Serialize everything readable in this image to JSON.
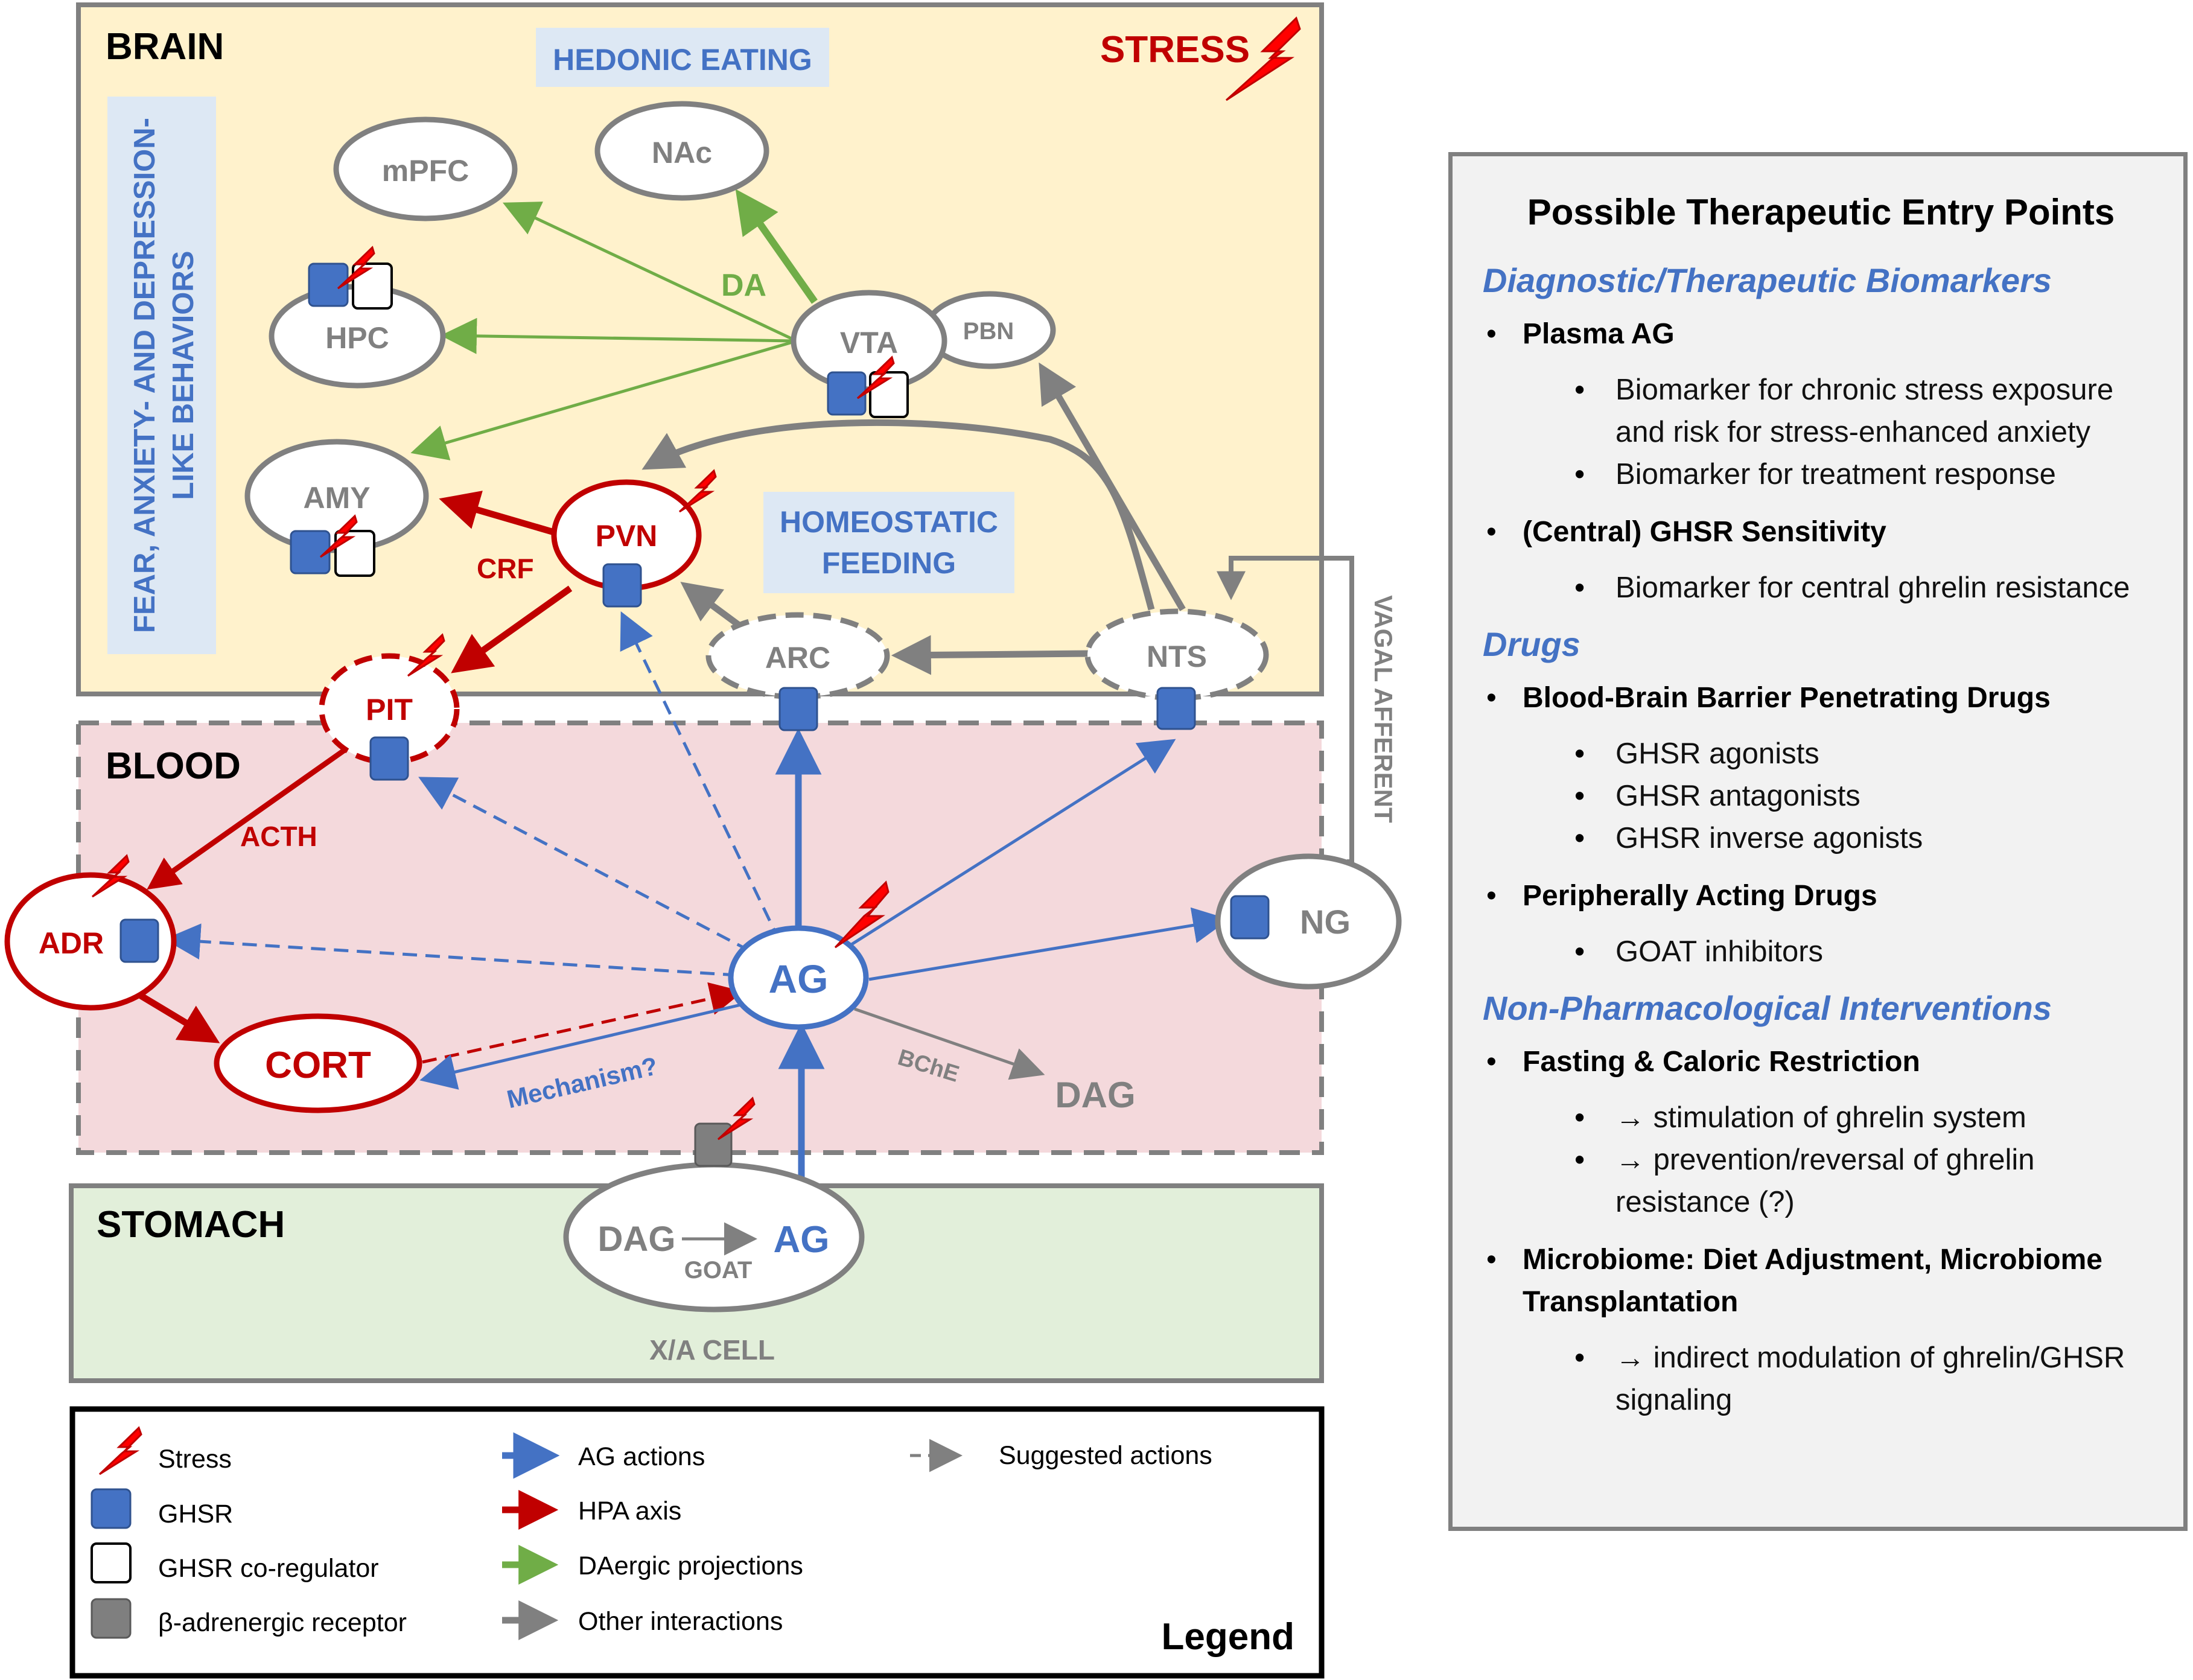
{
  "regions": {
    "brain": "BRAIN",
    "blood": "BLOOD",
    "stomach": "STOMACH",
    "stress": "STRESS",
    "hedonic": "HEDONIC EATING",
    "homeostatic_1": "HOMEOSTATIC",
    "homeostatic_2": "FEEDING",
    "fear_1": "FEAR, ANXIETY- AND DEPRESSION-",
    "fear_2": "LIKE BEHAVIORS",
    "vagal": "VAGAL AFFERENT",
    "xa_cell": "X/A CELL"
  },
  "nodes": {
    "mpfc": "mPFC",
    "nac": "NAc",
    "hpc": "HPC",
    "vta": "VTA",
    "pbn": "PBN",
    "amy": "AMY",
    "pvn": "PVN",
    "arc": "ARC",
    "nts": "NTS",
    "pit": "PIT",
    "adr": "ADR",
    "cort": "CORT",
    "ag": "AG",
    "ng": "NG",
    "dag": "DAG",
    "stomach_dag": "DAG",
    "stomach_ag": "AG"
  },
  "edge_labels": {
    "da": "DA",
    "crf": "CRF",
    "acth": "ACTH",
    "bche": "BChE",
    "mechanism": "Mechanism?",
    "goat": "GOAT"
  },
  "legend": {
    "title": "Legend",
    "items": [
      {
        "symbol": "stress-icon",
        "label": "Stress"
      },
      {
        "symbol": "ghsr-square",
        "label": "GHSR"
      },
      {
        "symbol": "coregulator-square",
        "label": "GHSR co-regulator"
      },
      {
        "symbol": "beta-receptor-square",
        "label": "β-adrenergic receptor"
      },
      {
        "symbol": "blue-arrow",
        "label": "AG actions"
      },
      {
        "symbol": "red-arrow",
        "label": "HPA axis"
      },
      {
        "symbol": "green-arrow",
        "label": "DAergic projections"
      },
      {
        "symbol": "gray-arrow",
        "label": "Other interactions"
      },
      {
        "symbol": "dashed-arrow",
        "label": "Suggested actions"
      }
    ]
  },
  "therapy": {
    "title": "Possible Therapeutic Entry Points",
    "sections": [
      {
        "heading": "Diagnostic/Therapeutic Biomarkers",
        "items": [
          {
            "label": "Plasma AG",
            "subs": [
              "Biomarker for chronic stress exposure and risk for stress-enhanced anxiety",
              "Biomarker for treatment response"
            ]
          },
          {
            "label": "(Central) GHSR Sensitivity",
            "subs": [
              "Biomarker for central ghrelin resistance"
            ]
          }
        ]
      },
      {
        "heading": "Drugs",
        "items": [
          {
            "label": "Blood-Brain Barrier Penetrating Drugs",
            "subs": [
              "GHSR agonists",
              "GHSR antagonists",
              "GHSR inverse agonists"
            ]
          },
          {
            "label": "Peripherally Acting Drugs",
            "subs": [
              "GOAT inhibitors"
            ]
          }
        ]
      },
      {
        "heading": "Non-Pharmacological Interventions",
        "items": [
          {
            "label": "Fasting & Caloric Restriction",
            "subs": [
              "→ stimulation of ghrelin system",
              "→ prevention/reversal of ghrelin resistance (?)"
            ]
          },
          {
            "label": "Microbiome: Diet Adjustment, Microbiome Transplantation",
            "subs": [
              "→ indirect modulation of ghrelin/GHSR signaling"
            ]
          }
        ]
      }
    ]
  },
  "colors": {
    "brain_fill": "#fff2cc",
    "blood_fill": "#f4d9dc",
    "stomach_fill": "#e2efda",
    "label_box": "#dde8f4",
    "blue": "#4472c4",
    "red": "#c00000",
    "green": "#70ad47",
    "gray": "#808080",
    "dark_gray": "#7f7f7f"
  }
}
